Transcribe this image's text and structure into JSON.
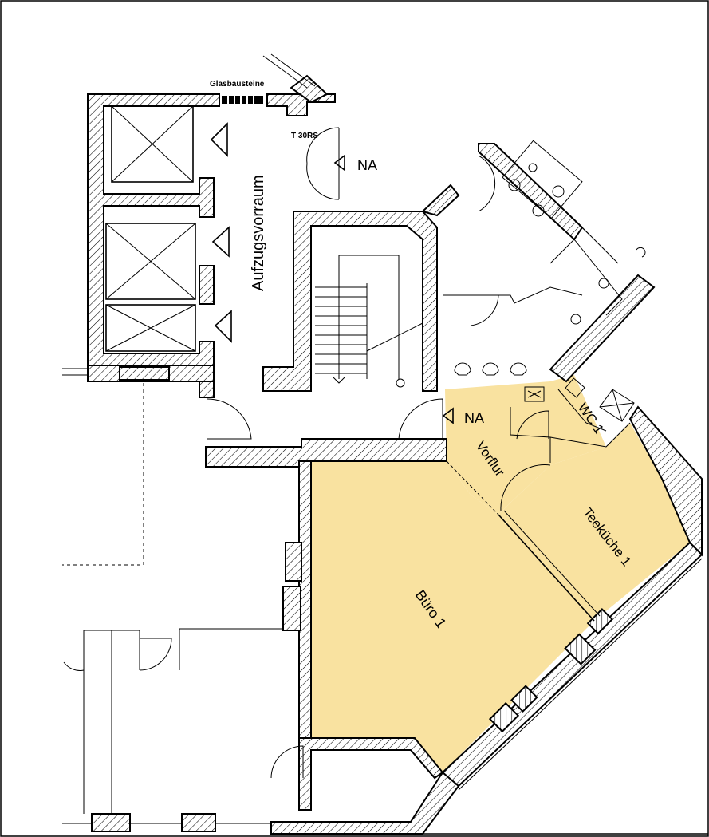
{
  "plan": {
    "labels": {
      "glasbausteine": "Glasbausteine",
      "door_rating": "T 30RS",
      "emergency_exit_top": "NA",
      "emergency_exit_vorflur": "NA",
      "aufzugsvorraum": "Aufzugsvorraum",
      "vorflur": "Vorflur",
      "wc": "WC 1",
      "teekueche": "Teeküche 1",
      "buero": "Büro 1"
    },
    "colors": {
      "highlight": "#f9e2a0",
      "wall_line": "#000000",
      "background": "#ffffff"
    }
  }
}
